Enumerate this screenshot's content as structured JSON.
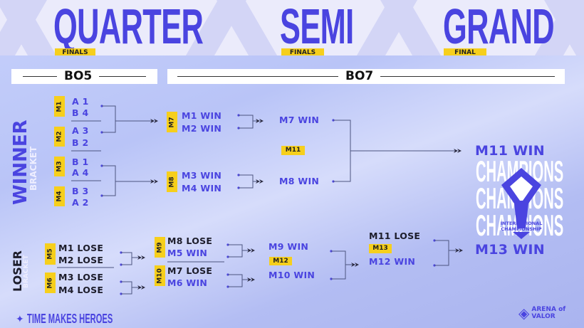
{
  "header": {
    "quarter": {
      "title": "QUARTER",
      "sub": "FINALS"
    },
    "semi": {
      "title": "SEMI",
      "sub": "FINALS"
    },
    "grand": {
      "title": "GRAND",
      "sub": "FINAL"
    }
  },
  "formats": {
    "quarter": "BO5",
    "rest": "BO7"
  },
  "winner_label": {
    "main": "WINNER",
    "sub": "BRACKET"
  },
  "loser_label": {
    "main": "LOSER",
    "sub": "BRACKET"
  },
  "matches": {
    "M1": {
      "badge": "M1",
      "slots": [
        "A 1",
        "B 4"
      ]
    },
    "M2": {
      "badge": "M2",
      "slots": [
        "A 3",
        "B 2"
      ]
    },
    "M3": {
      "badge": "M3",
      "slots": [
        "B 1",
        "A 4"
      ]
    },
    "M4": {
      "badge": "M4",
      "slots": [
        "B 3",
        "A 2"
      ]
    },
    "M7": {
      "badge": "M7",
      "slots": [
        "M1 WIN",
        "M2 WIN"
      ]
    },
    "M8": {
      "badge": "M8",
      "slots": [
        "M3 WIN",
        "M4 WIN"
      ]
    },
    "M11": {
      "badge": "M11",
      "slots": [
        "M7 WIN",
        "M8 WIN"
      ]
    },
    "M5": {
      "badge": "M5",
      "slots": [
        "M1 LOSE",
        "M2 LOSE"
      ]
    },
    "M6": {
      "badge": "M6",
      "slots": [
        "M3 LOSE",
        "M4 LOSE"
      ]
    },
    "M9": {
      "badge": "M9",
      "slots": [
        "M8 LOSE",
        "M5 WIN"
      ]
    },
    "M10": {
      "badge": "M10",
      "slots": [
        "M7 LOSE",
        "M6 WIN"
      ]
    },
    "M12": {
      "badge": "M12",
      "slots": [
        "M9 WIN",
        "M10 WIN"
      ]
    },
    "M13": {
      "badge": "M13",
      "slots": [
        "M11 LOSE",
        "M12 WIN"
      ]
    }
  },
  "results": {
    "winner_final": "M11 WIN",
    "grand_final": "M13 WIN"
  },
  "logo": {
    "champions_text": "CHAMPIONS",
    "championship": "INTERNATIONAL CHAMPIONSHIP"
  },
  "footer": {
    "slogan": "TIME MAKES HEROES",
    "brand": "ARENA of VALOR"
  },
  "colors": {
    "accent": "#4a44e0",
    "badge": "#f6cf1c"
  }
}
